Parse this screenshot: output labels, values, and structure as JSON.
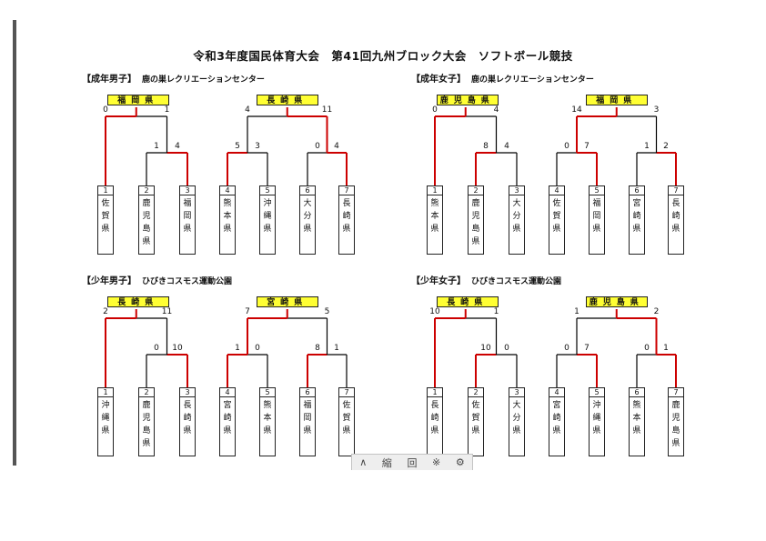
{
  "title": "令和3年度国民体育大会　第41回九州ブロック大会　ソフトボール競技",
  "brackets": [
    {
      "label": "【成年男子】",
      "venue": "鹿の巣レクリエーションセンター",
      "final": {
        "champion": "福岡県",
        "score_left": "0",
        "score_right": "1",
        "pool_champion": "長崎県",
        "pool_score_left": "4",
        "pool_score_right": "11"
      },
      "semi": [
        {
          "left": "1",
          "right": "4"
        },
        {
          "left": "5",
          "right": "3"
        },
        {
          "left": "0",
          "right": "4"
        }
      ],
      "teams": [
        {
          "num": "1",
          "name": "佐賀県"
        },
        {
          "num": "2",
          "name": "鹿児島県"
        },
        {
          "num": "3",
          "name": "福岡県"
        },
        {
          "num": "4",
          "name": "熊本県"
        },
        {
          "num": "5",
          "name": "沖縄県"
        },
        {
          "num": "6",
          "name": "大分県"
        },
        {
          "num": "7",
          "name": "長崎県"
        }
      ]
    },
    {
      "label": "【成年女子】",
      "venue": "鹿の巣レクリエーションセンター",
      "final": {
        "champion": "鹿児島県",
        "score_left": "0",
        "score_right": "4",
        "pool_champion": "福岡県",
        "pool_score_left": "14",
        "pool_score_right": "3"
      },
      "semi": [
        {
          "left": "8",
          "right": "4"
        },
        {
          "left": "0",
          "right": "7"
        },
        {
          "left": "1",
          "right": "2"
        }
      ],
      "teams": [
        {
          "num": "1",
          "name": "熊本県"
        },
        {
          "num": "2",
          "name": "鹿児島県"
        },
        {
          "num": "3",
          "name": "大分県"
        },
        {
          "num": "4",
          "name": "佐賀県"
        },
        {
          "num": "5",
          "name": "福岡県"
        },
        {
          "num": "6",
          "name": "宮崎県"
        },
        {
          "num": "7",
          "name": "長崎県"
        }
      ]
    },
    {
      "label": "【少年男子】",
      "venue": "ひびきコスモス運動公園",
      "final": {
        "champion": "長崎県",
        "score_left": "2",
        "score_right": "11",
        "pool_champion": "宮崎県",
        "pool_score_left": "7",
        "pool_score_right": "5"
      },
      "semi": [
        {
          "left": "0",
          "right": "10"
        },
        {
          "left": "1",
          "right": "0"
        },
        {
          "left": "8",
          "right": "1"
        }
      ],
      "teams": [
        {
          "num": "1",
          "name": "沖縄県"
        },
        {
          "num": "2",
          "name": "鹿児島県"
        },
        {
          "num": "3",
          "name": "長崎県"
        },
        {
          "num": "4",
          "name": "宮崎県"
        },
        {
          "num": "5",
          "name": "熊本県"
        },
        {
          "num": "6",
          "name": "福岡県"
        },
        {
          "num": "7",
          "name": "佐賀県"
        }
      ]
    },
    {
      "label": "【少年女子】",
      "venue": "ひびきコスモス運動公園",
      "final": {
        "champion": "長崎県",
        "score_left": "10",
        "score_right": "1",
        "pool_champion": "鹿児島県",
        "pool_score_left": "1",
        "pool_score_right": "2"
      },
      "semi": [
        {
          "left": "10",
          "right": "0"
        },
        {
          "left": "0",
          "right": "7"
        },
        {
          "left": "0",
          "right": "1"
        }
      ],
      "teams": [
        {
          "num": "1",
          "name": "長崎県"
        },
        {
          "num": "2",
          "name": "佐賀県"
        },
        {
          "num": "3",
          "name": "大分県"
        },
        {
          "num": "4",
          "name": "宮崎県"
        },
        {
          "num": "5",
          "name": "沖縄県"
        },
        {
          "num": "6",
          "name": "熊本県"
        },
        {
          "num": "7",
          "name": "鹿児島県"
        }
      ]
    }
  ],
  "toolbar": {
    "up_icon": "∧",
    "zoom_label": "縮",
    "print_label": "回",
    "ann_label": "※",
    "settings_icon": "⚙"
  },
  "colors": {
    "win_line": "#cc0000",
    "lose_line": "#000000",
    "champion_bg": "#ffff33"
  }
}
